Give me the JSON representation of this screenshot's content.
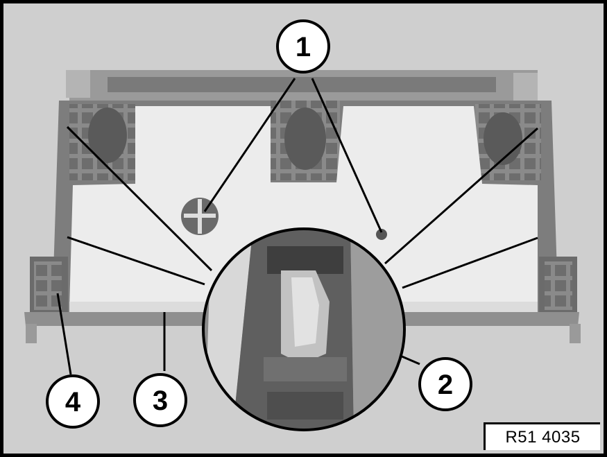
{
  "callouts": {
    "c1": "1",
    "c2": "2",
    "c3": "3",
    "c4": "4"
  },
  "reference_code": "R51 4035"
}
